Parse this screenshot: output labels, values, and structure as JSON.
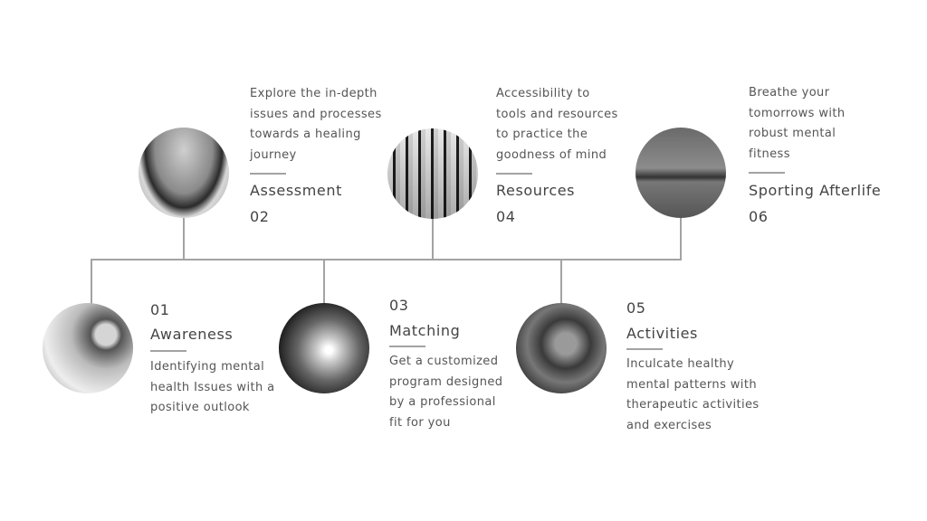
{
  "steps": [
    {
      "number": "01",
      "title": "Awareness",
      "description": "Identifying mental\nhealth Issues with a\npositive outlook",
      "image": "robot-photo"
    },
    {
      "number": "02",
      "title": "Assessment",
      "description": "Explore the in-depth\nissues and processes\ntowards a healing\njourney",
      "image": "handshake-photo"
    },
    {
      "number": "03",
      "title": "Matching",
      "description": "Get a customized\nprogram designed\nby a professional\nfit for you",
      "image": "puzzle-pieces-photo"
    },
    {
      "number": "04",
      "title": "Resources",
      "description": "Accessibility to\ntools and resources\nto practice the\ngoodness of mind",
      "image": "crowd-photo"
    },
    {
      "number": "05",
      "title": "Activities",
      "description": "Inculcate healthy\nmental patterns with\ntherapeutic activities\n and exercises",
      "image": "woman-laptop-photo"
    },
    {
      "number": "06",
      "title": "Sporting Afterlife",
      "description": "Breathe your\ntomorrows with\nrobust mental\nfitness",
      "image": "athlete-photo"
    }
  ]
}
